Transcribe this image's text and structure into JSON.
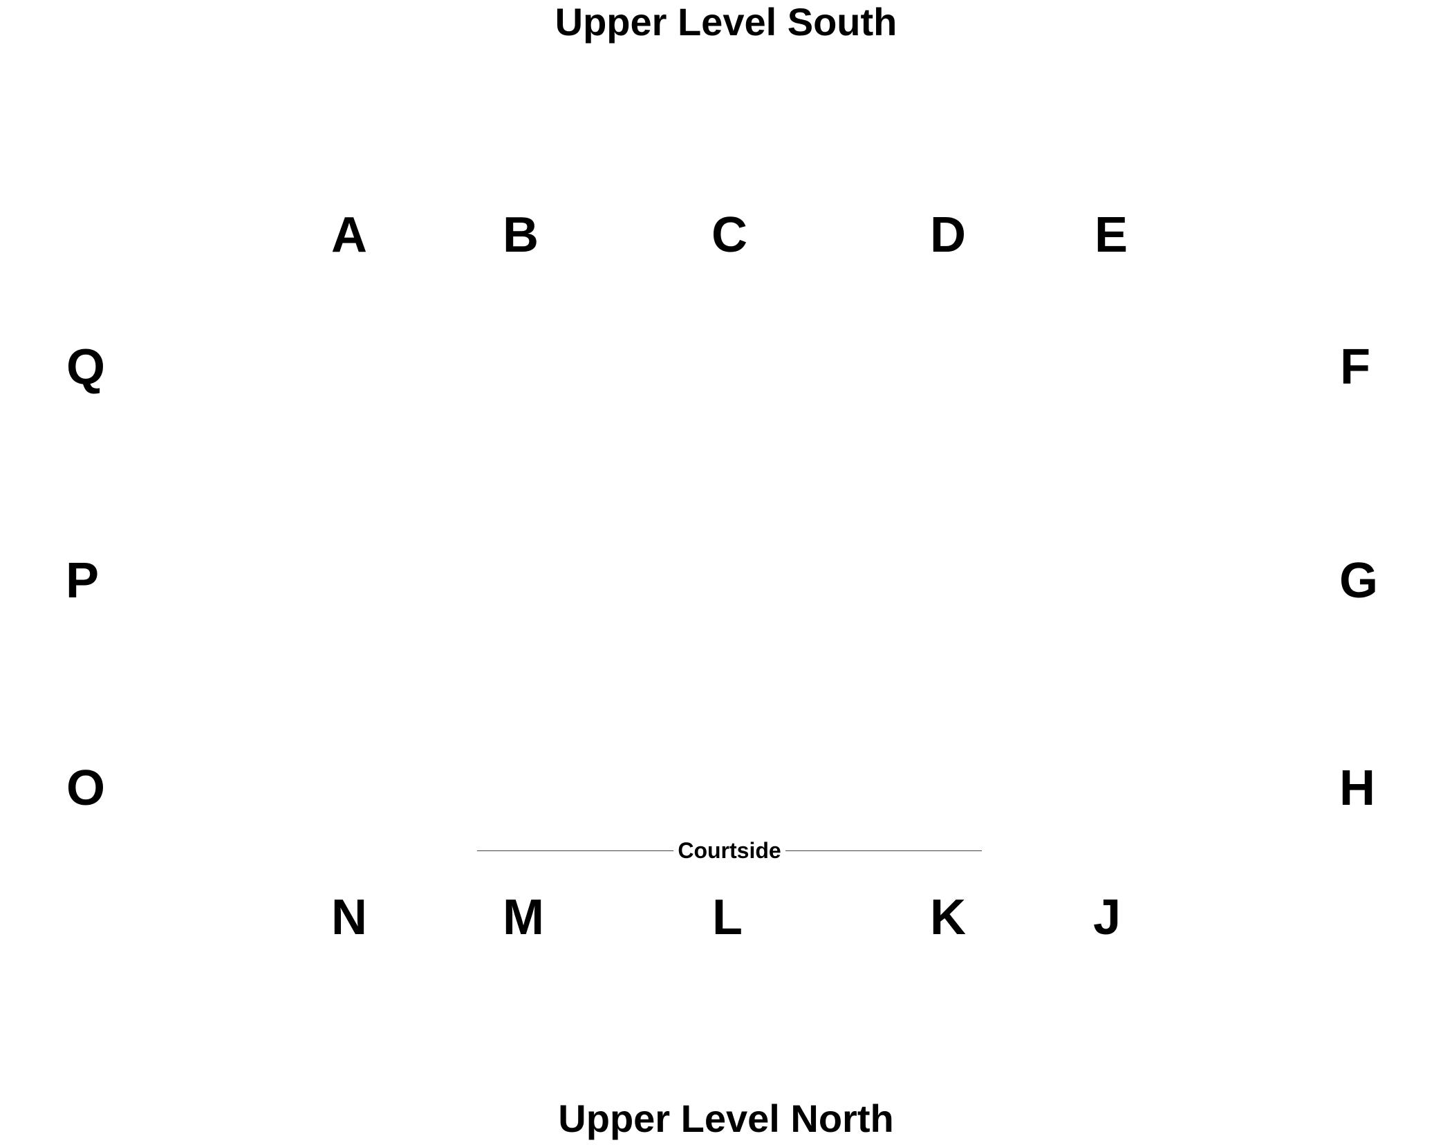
{
  "titles": {
    "south": "Upper Level South",
    "north": "Upper Level North"
  },
  "sections": {
    "A": "A",
    "B": "B",
    "C": "C",
    "D": "D",
    "E": "E",
    "F": "F",
    "G": "G",
    "H": "H",
    "J": "J",
    "K": "K",
    "L": "L",
    "M": "M",
    "N": "N",
    "O": "O",
    "P": "P",
    "Q": "Q"
  },
  "courtside": {
    "label": "Courtside"
  },
  "colors": {
    "text": "#000000",
    "background": "#ffffff",
    "rule": "#444444"
  }
}
